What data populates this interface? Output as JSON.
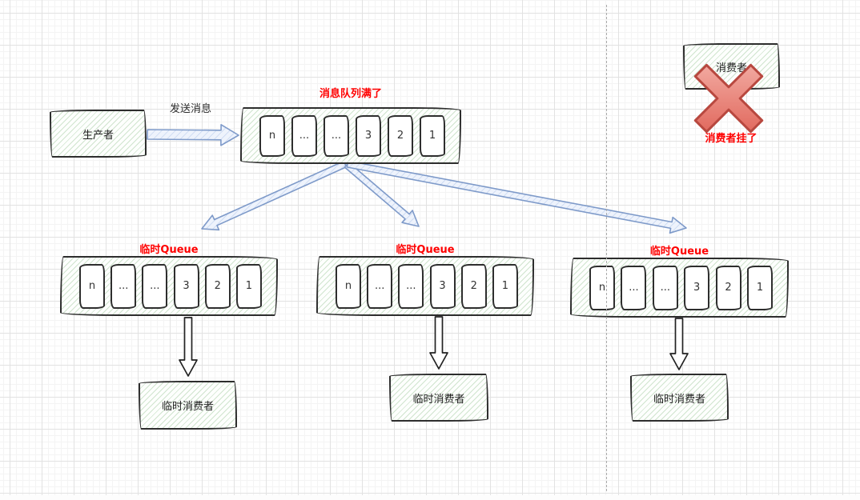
{
  "diagram": {
    "producer": {
      "label": "生产者"
    },
    "send_edge": {
      "label": "发送消息"
    },
    "main_queue": {
      "title": "消息队列满了",
      "cells": [
        "n",
        "...",
        "...",
        "3",
        "2",
        "1"
      ]
    },
    "dead_consumer": {
      "label": "消费者",
      "status": "消费者挂了"
    },
    "temp_groups": [
      {
        "queue_title": "临时Queue",
        "cells": [
          "n",
          "...",
          "...",
          "3",
          "2",
          "1"
        ],
        "consumer_label": "临时消费者"
      },
      {
        "queue_title": "临时Queue",
        "cells": [
          "n",
          "...",
          "...",
          "3",
          "2",
          "1"
        ],
        "consumer_label": "临时消费者"
      },
      {
        "queue_title": "临时Queue",
        "cells": [
          "n",
          "...",
          "...",
          "3",
          "2",
          "1"
        ],
        "consumer_label": "临时消费者"
      }
    ]
  },
  "colors": {
    "red_label": "#ff0000",
    "node_stroke": "#2d2d2d",
    "green_hatch": "#92be8c",
    "blue_arrow_stroke": "#7e9ac9",
    "blue_arrow_fill": "#eef3fc",
    "blue_arrow_hatch": "#bccfed",
    "black_arrow_stroke": "#222222",
    "x_fill_light": "#f7beb6",
    "x_fill_dark": "#dc5549",
    "x_stroke": "#b8483f",
    "grid_major": "#e2e2e2",
    "grid_minor": "#f4f4f4"
  }
}
